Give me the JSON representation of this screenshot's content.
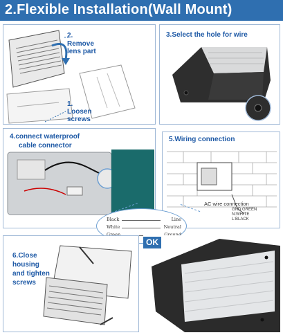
{
  "title": "2.Flexible Installation(Wall Mount)",
  "colors": {
    "accent": "#2f6fb0",
    "panel_border": "#9fb8d6",
    "label": "#1f5aa6"
  },
  "panel1": {
    "step2": "2.",
    "remove_line1": "Remove",
    "remove_line2": "lens part",
    "step1": "1.",
    "loosen_line1": "Loosen",
    "loosen_line2": "screws"
  },
  "panel3": {
    "label": "3.Select the hole for wire"
  },
  "panel4": {
    "label_line1": "4.connect waterproof",
    "label_line2": "cable connector"
  },
  "panel5": {
    "label": "5.Wiring connection",
    "ac_label": "AC wire connection",
    "gnd": "GND:GREEN",
    "n": "N:WHITE",
    "l": "L:BLACK"
  },
  "wiring": {
    "rows": [
      {
        "left": "Black",
        "right": "Line"
      },
      {
        "left": "White",
        "right": "Neutral"
      },
      {
        "left": "Green",
        "right": "Ground"
      }
    ]
  },
  "panel6": {
    "label_line1": "6.Close",
    "label_line2": "housing",
    "label_line3": "and tighten",
    "label_line4": "screws"
  },
  "ok": "OK"
}
